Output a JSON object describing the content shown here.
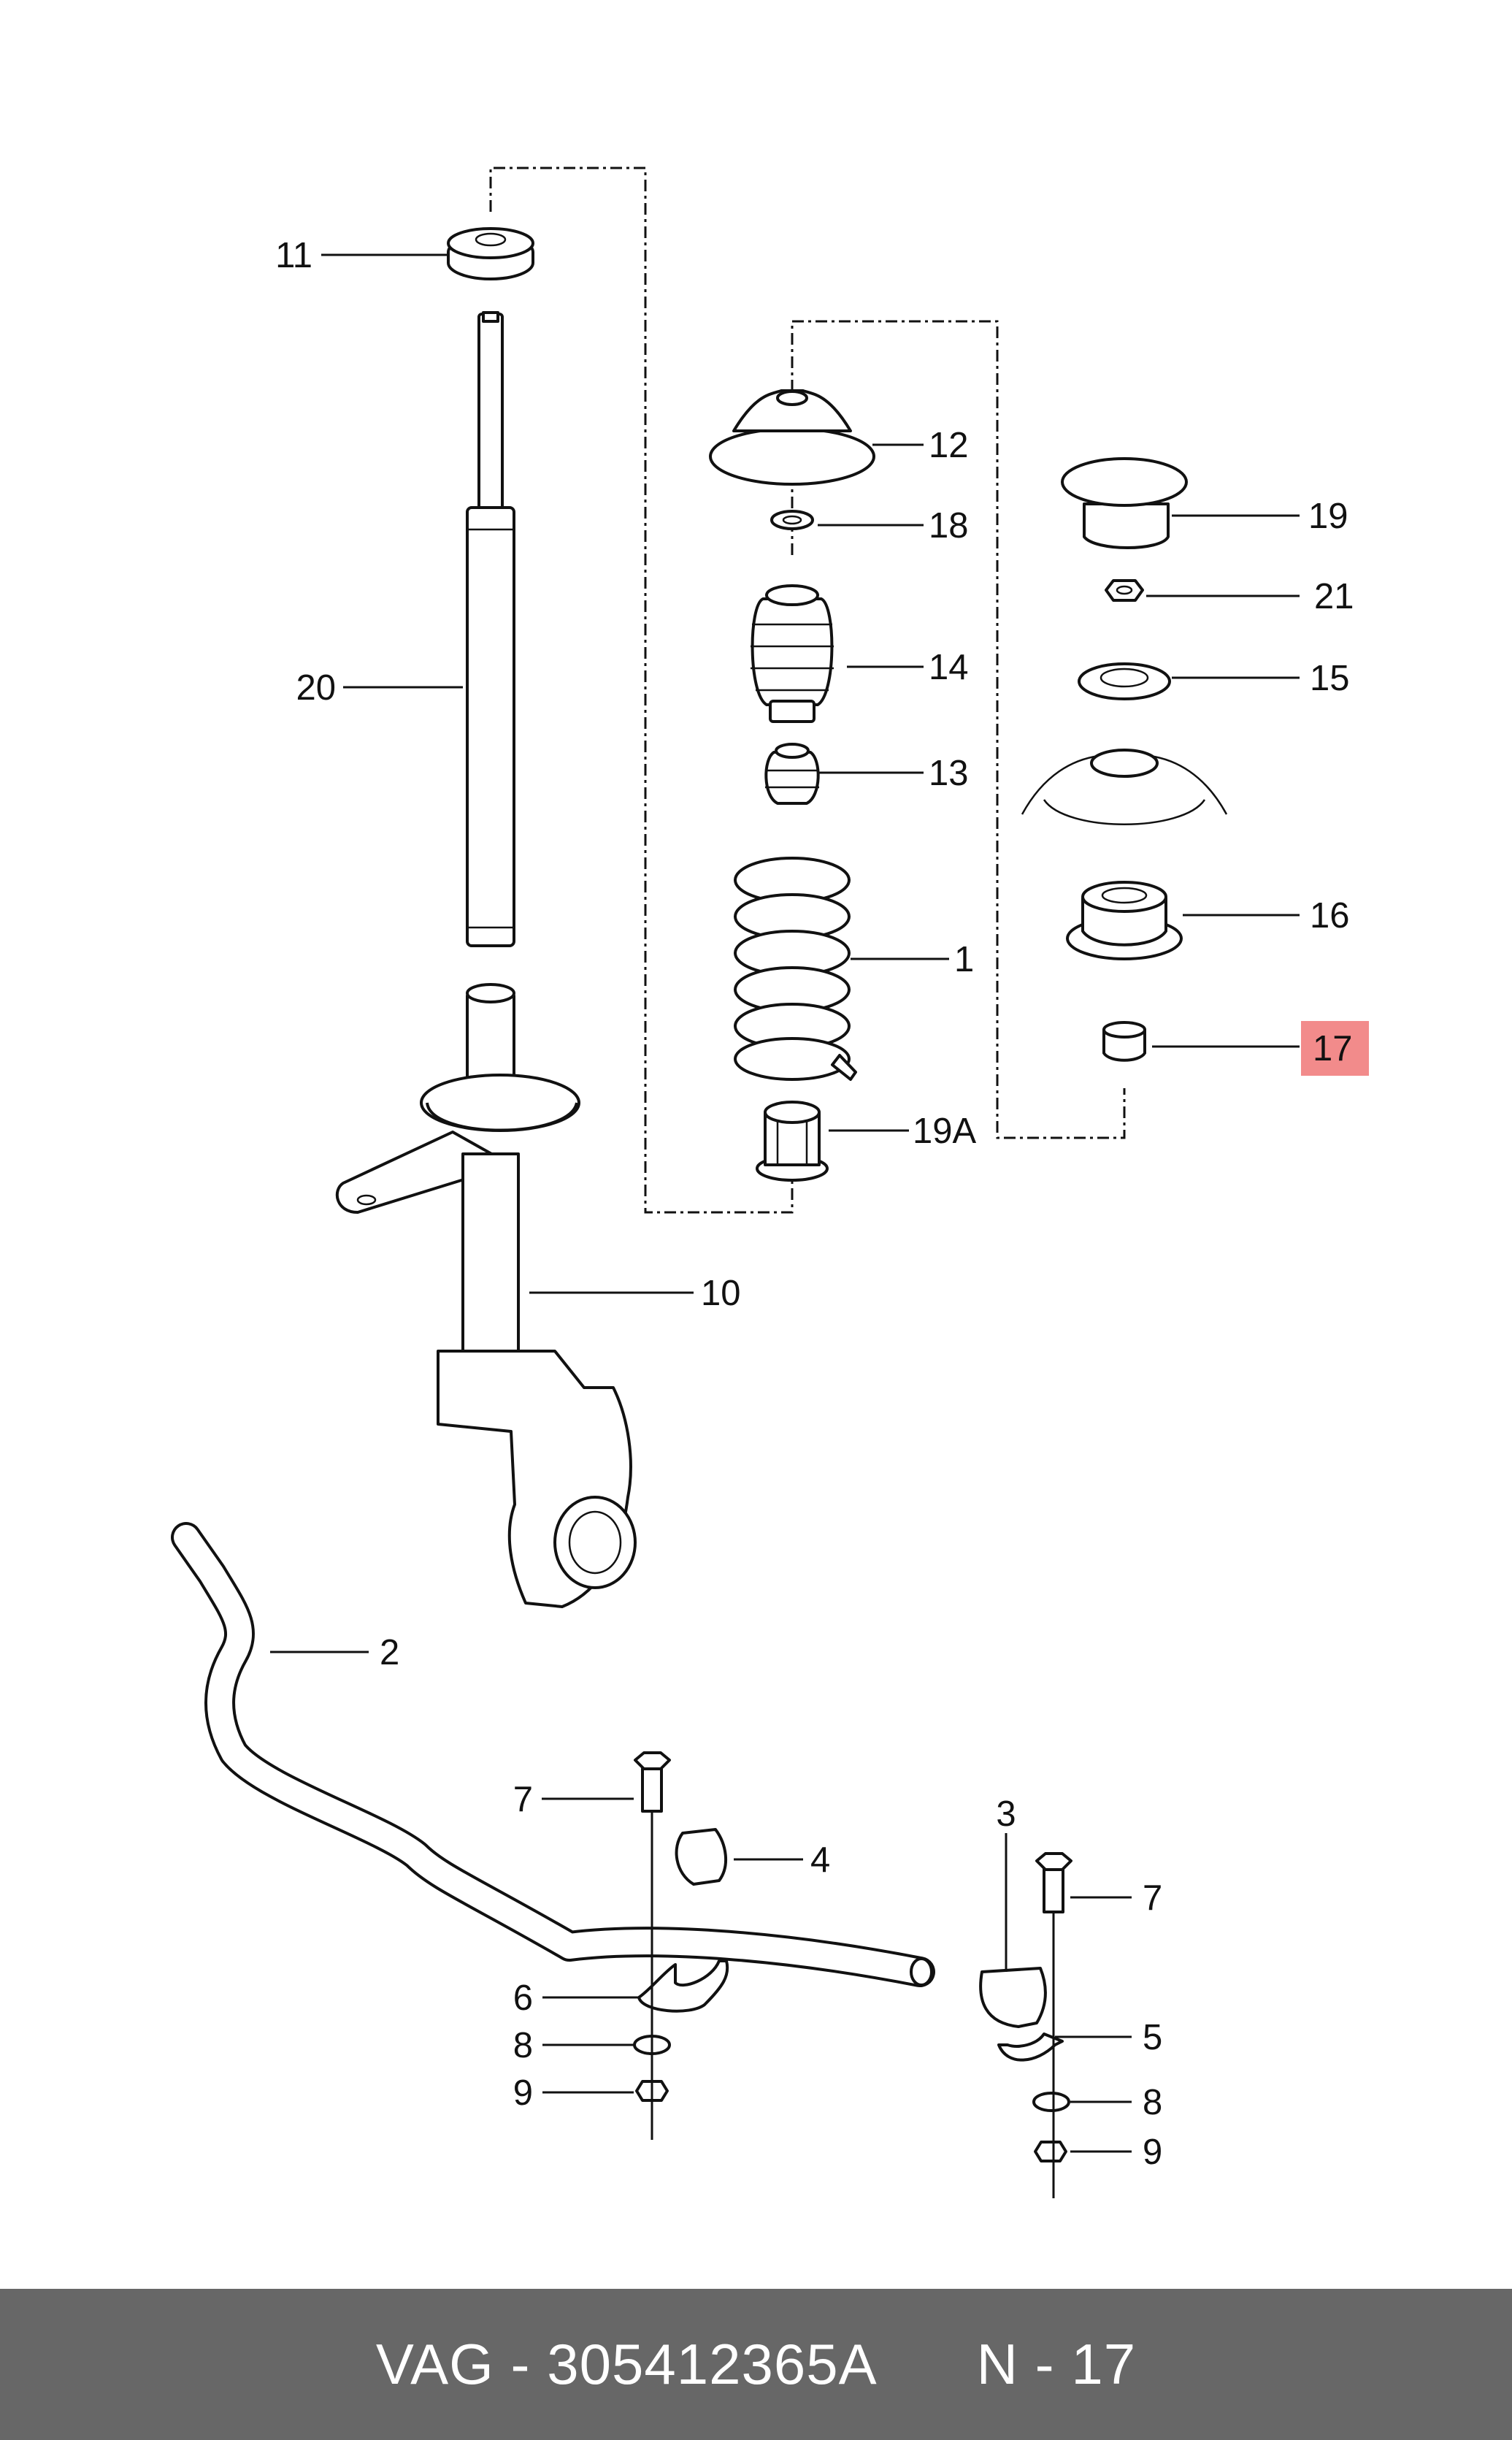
{
  "callouts": {
    "c11": "11",
    "c20": "20",
    "c12": "12",
    "c18": "18",
    "c14": "14",
    "c13": "13",
    "c1": "1",
    "c19a": "19A",
    "c19": "19",
    "c21": "21",
    "c15": "15",
    "c16": "16",
    "c17": "17",
    "c10": "10",
    "c2": "2",
    "c7a": "7",
    "c4": "4",
    "c6": "6",
    "c8a": "8",
    "c9a": "9",
    "c3": "3",
    "c7b": "7",
    "c5": "5",
    "c8b": "8",
    "c9b": "9"
  },
  "highlight_color": "#f28b8b",
  "footer": {
    "brand": "VAG",
    "separator": " - ",
    "part_number": "305412365A",
    "position": "N - 17"
  }
}
